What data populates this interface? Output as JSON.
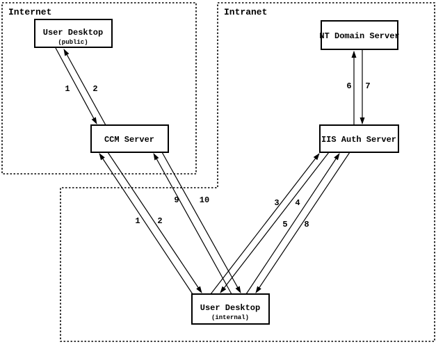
{
  "regions": {
    "internet": {
      "label": "Internet"
    },
    "intranet": {
      "label": "Intranet"
    }
  },
  "nodes": {
    "user_desktop_public": {
      "label": "User Desktop",
      "sublabel": "(public)"
    },
    "ccm_server": {
      "label": "CCM Server"
    },
    "nt_domain_server": {
      "label": "NT Domain Server"
    },
    "iis_auth_server": {
      "label": "IIS Auth Server"
    },
    "user_desktop_internal": {
      "label": "User Desktop",
      "sublabel": "(internal)"
    }
  },
  "flow_labels": {
    "public_step1": "1",
    "public_step2": "2",
    "iis_to_nt": "6",
    "nt_to_iis": "7",
    "internal_ccm_step1": "1",
    "internal_ccm_step2": "2",
    "internal_ccm_step9": "9",
    "internal_ccm_step10": "10",
    "internal_iis_step3": "3",
    "internal_iis_step4": "4",
    "internal_iis_step5": "5",
    "internal_iis_step8": "8"
  },
  "colors": {
    "line": "#000000",
    "background": "#ffffff"
  }
}
